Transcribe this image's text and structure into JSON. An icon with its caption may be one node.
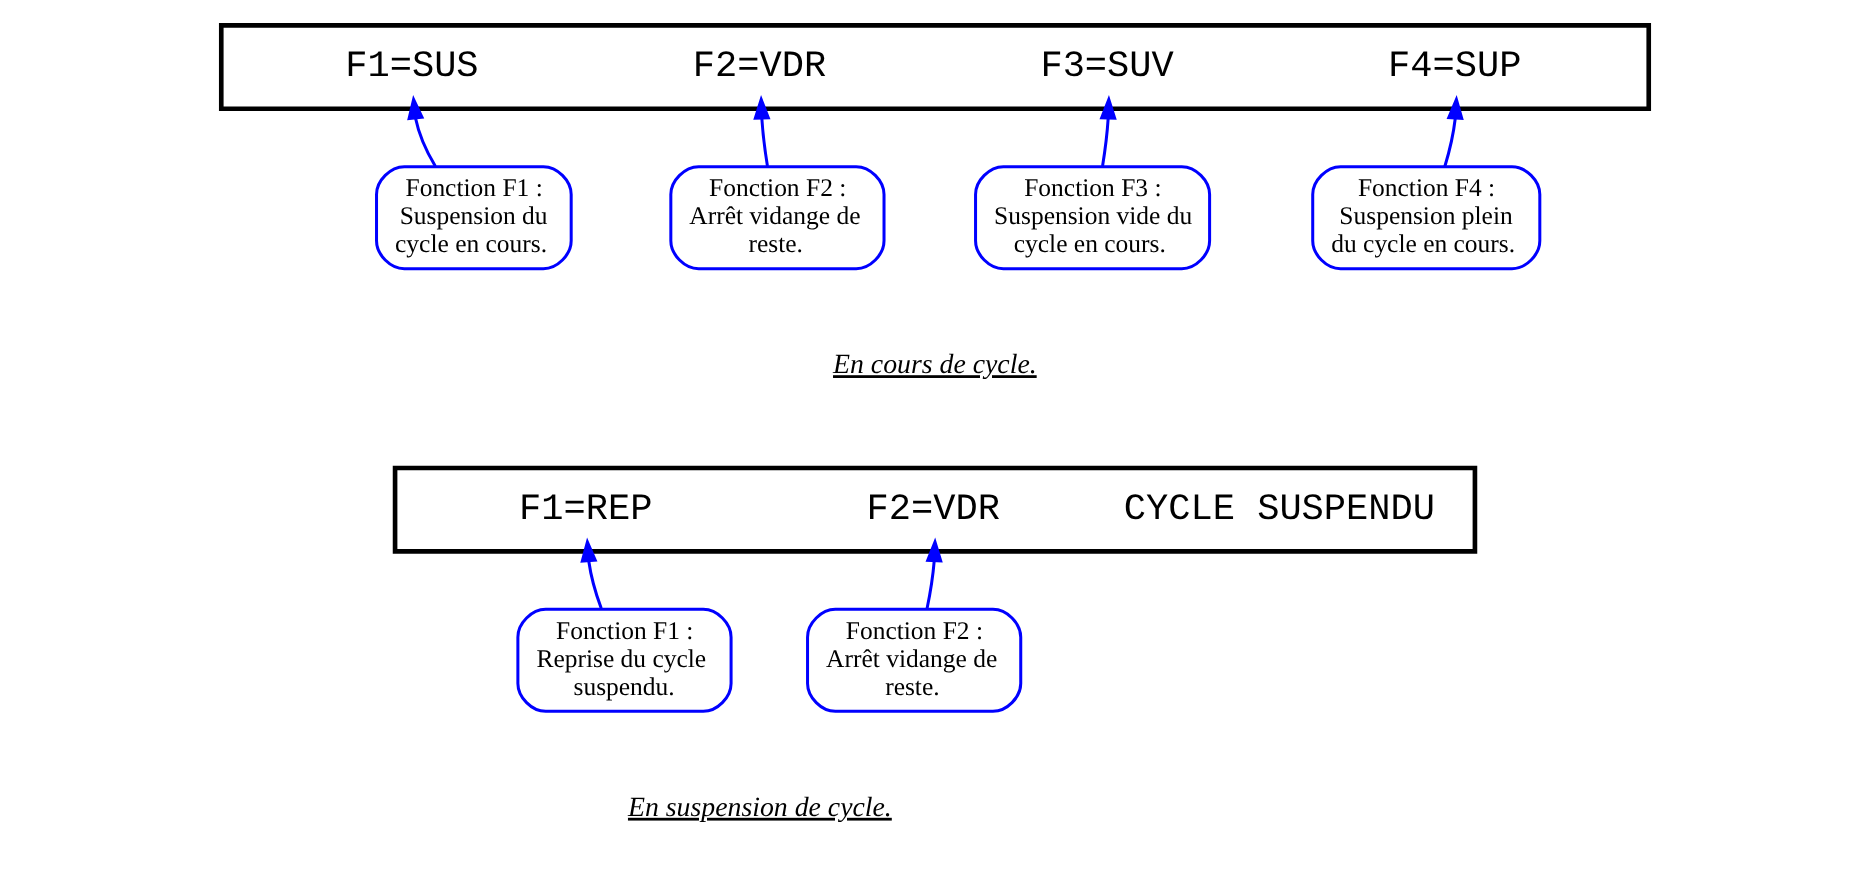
{
  "diagram": {
    "nodes": [
      {
        "text": [
          "F1=SUS",
          "F2=VDR",
          "F3=SUV",
          "F4=SUP"
        ]
      },
      {
        "text": [
          "Fonction F1 : Suspension du cycle en cours."
        ]
      },
      {
        "text": [
          "Fonction F2 : Arrêt vidange de reste."
        ]
      },
      {
        "text": [
          "Fonction F3 : Suspension vide du cycle en cours."
        ]
      },
      {
        "text": [
          "Fonction F4 : Suspension plein du cycle en cours."
        ]
      },
      {
        "text": [
          "F1=REP",
          "F2=VDR",
          "CYCLE SUSPENDU"
        ]
      },
      {
        "text": [
          "Fonction F1 : Reprise du cycle suspendu."
        ]
      },
      {
        "text": [
          "Fonction F2 : Arrêt vidange de reste."
        ]
      }
    ],
    "edges": [
      {
        "from": 1,
        "to": 0,
        "arrow": "to"
      },
      {
        "from": 2,
        "to": 0,
        "arrow": "to"
      },
      {
        "from": 3,
        "to": 0,
        "arrow": "to"
      },
      {
        "from": 4,
        "to": 0,
        "arrow": "to"
      },
      {
        "from": 6,
        "to": 5,
        "arrow": "to"
      },
      {
        "from": 7,
        "to": 5,
        "arrow": "to"
      }
    ],
    "labels": [
      "En cours de cycle.",
      "En suspension de cycle."
    ]
  }
}
